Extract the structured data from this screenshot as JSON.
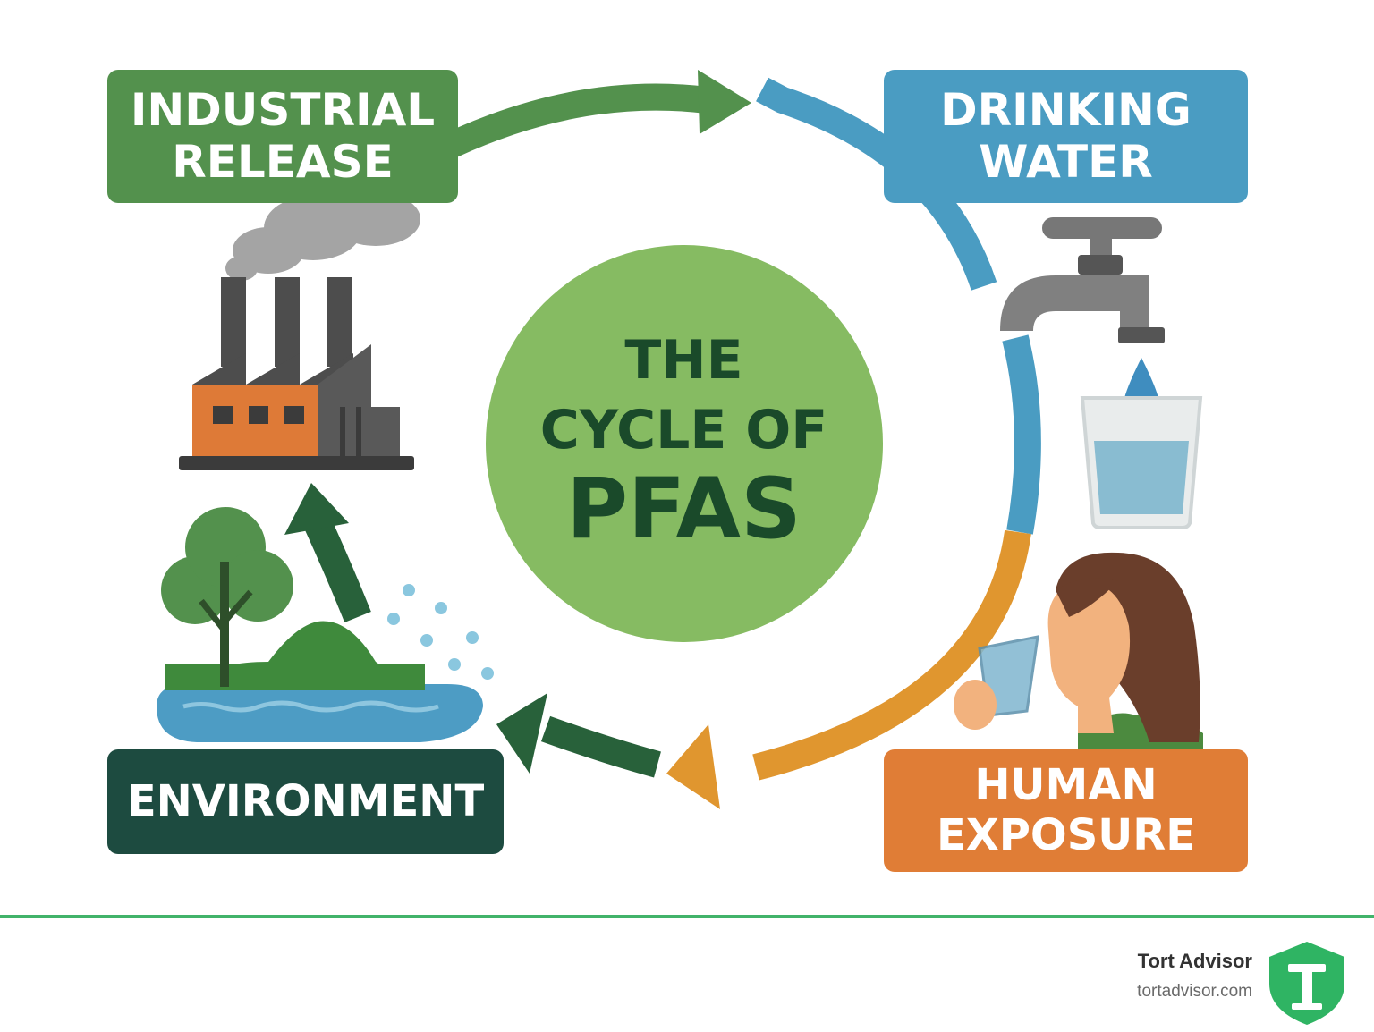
{
  "title": {
    "line1": "THE",
    "line2": "CYCLE OF",
    "line3": "PFAS"
  },
  "stages": {
    "industrial_release": {
      "line1": "INDUSTRIAL",
      "line2": "RELEASE",
      "color": "#53914d"
    },
    "drinking_water": {
      "line1": "DRINKING",
      "line2": "WATER",
      "color": "#4a9cc2"
    },
    "human_exposure": {
      "line1": "HUMAN",
      "line2": "EXPOSURE",
      "color": "#e07d36"
    },
    "environment": {
      "line1": "ENVIRONMENT",
      "color": "#1d4b40"
    }
  },
  "icons": [
    "factory-icon",
    "faucet-icon",
    "water-glass-icon",
    "person-drinking-icon",
    "tree-landscape-icon",
    "shield-logo-icon"
  ],
  "footer": {
    "brand_name": "Tort Advisor",
    "brand_url": "tortadvisor.com",
    "accent_color": "#41b36a"
  }
}
